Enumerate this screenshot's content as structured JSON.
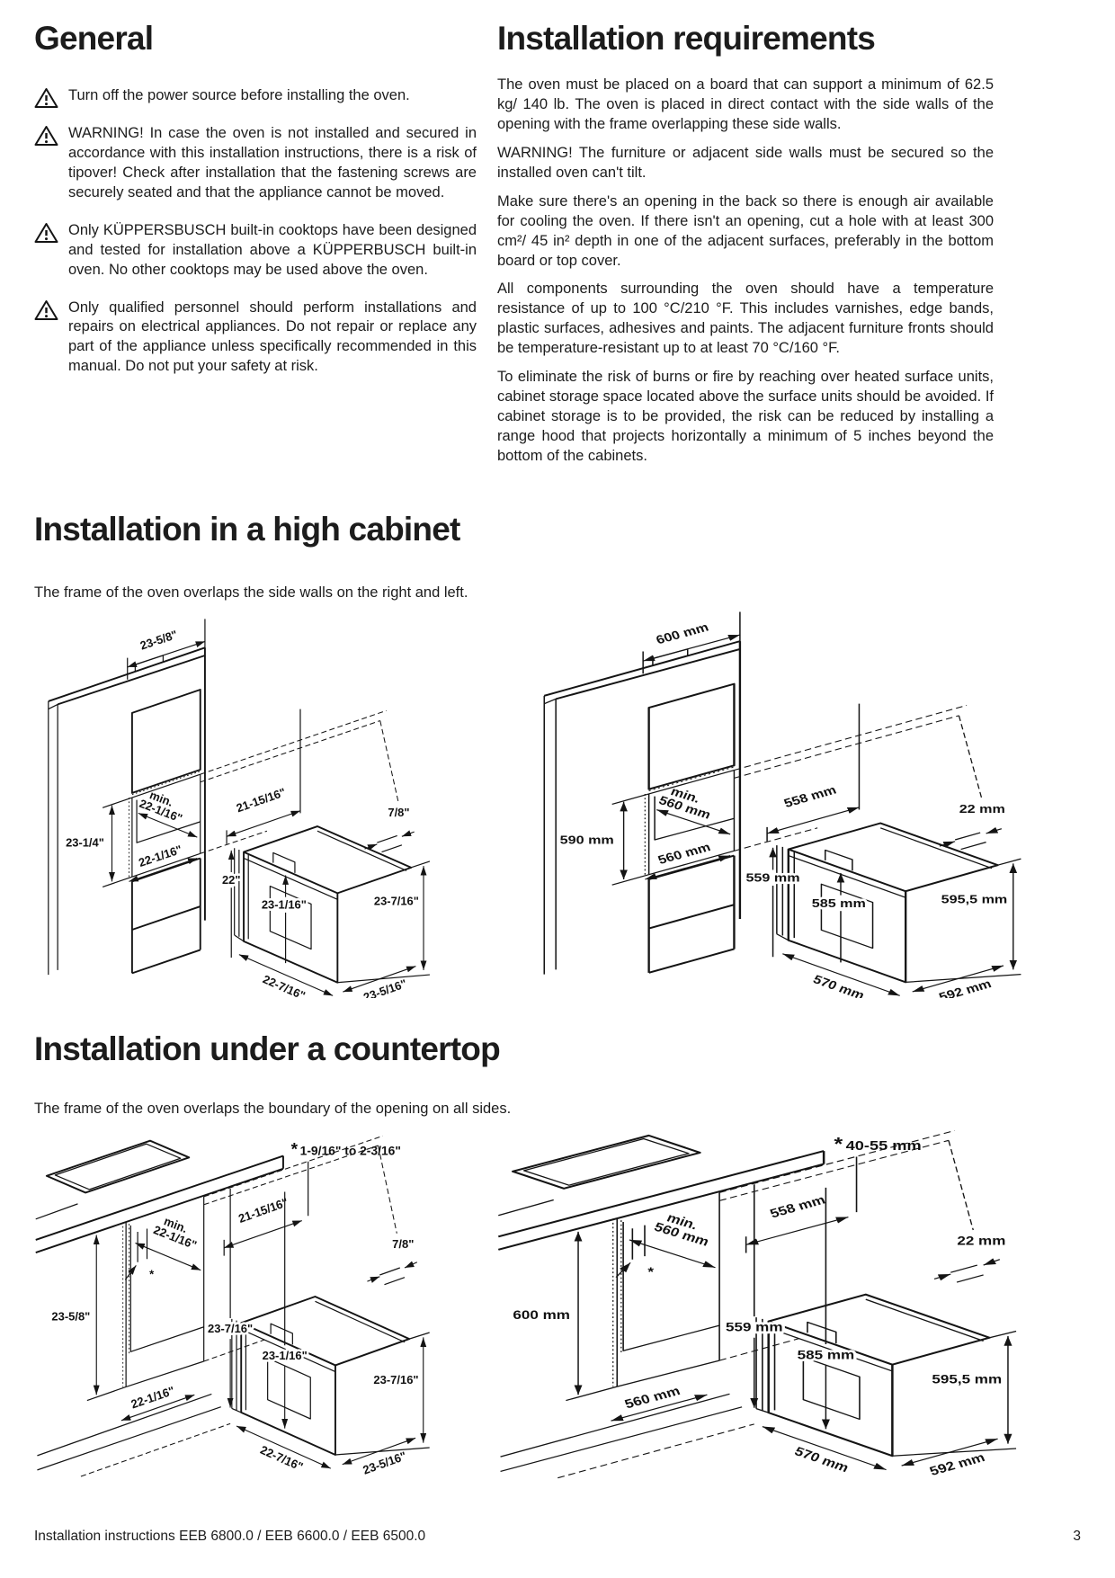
{
  "general": {
    "title": "General",
    "warnings": [
      "Turn off the power source before installing the oven.",
      "WARNING! In case the oven is not installed and secured in accordance with this installation instructions, there is a risk of tipover! Check after installation that the fastening screws are securely seated and that the appliance cannot be moved.",
      "Only KÜPPERSBUSCH built-in cooktops have been designed and tested for installation above a KÜPPERBUSCH built-in oven. No other cooktops may be used above the oven.",
      "Only qualified personnel should perform installations and repairs on electrical appliances. Do not repair or replace any part of the appliance unless specifically recommended in this manual. Do not put your safety at risk."
    ]
  },
  "requirements": {
    "title": "Installation requirements",
    "paragraphs": [
      "The oven must be placed on a board that can support a minimum of 62.5 kg/ 140 lb. The oven is placed in direct contact with the side walls of the opening with the frame overlapping these side walls.",
      "WARNING! The furniture or adjacent side walls must be secured so the installed oven can't tilt.",
      "Make sure there's an opening in the back so there is enough air available for cooling the oven. If there isn't an opening, cut a hole with at least 300 cm²/ 45 in² depth in one of the adjacent surfaces, preferably in the bottom board or top cover.",
      "All components surrounding the oven should have a temperature resistance of up to 100 °C/210 °F. This includes varnishes, edge bands, plastic surfaces, adhesives and paints. The adjacent furniture fronts should be temperature-resistant up to at least 70 °C/160 °F.",
      "To eliminate the risk of burns or fire by reaching over heated surface units, cabinet storage space located above the surface units should be avoided. If cabinet storage is to be provided, the risk can be reduced by installing a range hood that projects horizontally a minimum of 5 inches beyond the bottom of the cabinets."
    ]
  },
  "high_cabinet": {
    "title": "Installation in a high cabinet",
    "intro": "The frame of the oven overlaps the side walls on the right and left.",
    "imperial": {
      "top_width": "23-5/8\"",
      "niche_height": "23-1/4\"",
      "min_label": "min.",
      "niche_min_width": "22-1/16\"",
      "niche_floor_width": "22-1/16\"",
      "oven_top_depth": "21-15/16\"",
      "overlap": "7/8\"",
      "right_height": "23-7/16\"",
      "inner_left": "22\"",
      "inner_mid": "23-1/16\"",
      "bottom_width": "22-7/16\"",
      "bottom_depth": "23-5/16\""
    },
    "metric": {
      "top_width": "600 mm",
      "niche_height": "590 mm",
      "min_label": "min.",
      "niche_min_width": "560 mm",
      "niche_floor_width": "560 mm",
      "oven_top_depth": "558 mm",
      "overlap": "22 mm",
      "right_height": "595,5 mm",
      "inner_left": "559 mm",
      "inner_mid": "585 mm",
      "bottom_width": "570 mm",
      "bottom_depth": "592 mm"
    }
  },
  "countertop": {
    "title": "Installation under a countertop",
    "intro": "The frame of the oven overlaps the boundary of the opening on all sides.",
    "imperial": {
      "star": "*",
      "star_note": "1-9/16\" to 2-3/16\"",
      "left_height": "23-5/8\"",
      "min_label": "min.",
      "niche_min_width": "22-1/16\"",
      "oven_top_depth": "21-15/16\"",
      "overlap": "7/8\"",
      "right_height": "23-7/16\"",
      "inner_left": "23-7/16\"",
      "inner_mid": "23-1/16\"",
      "bottom_left": "22-1/16\"",
      "bottom_width": "22-7/16\"",
      "bottom_depth": "23-5/16\""
    },
    "metric": {
      "star": "*",
      "star_note": "40-55 mm",
      "left_height": "600 mm",
      "min_label": "min.",
      "niche_min_width": "560 mm",
      "oven_top_depth": "558 mm",
      "overlap": "22 mm",
      "right_height": "595,5 mm",
      "inner_left": "559 mm",
      "inner_mid": "585 mm",
      "bottom_left": "560 mm",
      "bottom_width": "570 mm",
      "bottom_depth": "592 mm"
    }
  },
  "page": {
    "footer": "Installation instructions EEB 6800.0 / EEB 6600.0 / EEB 6500.0",
    "number": "3"
  }
}
